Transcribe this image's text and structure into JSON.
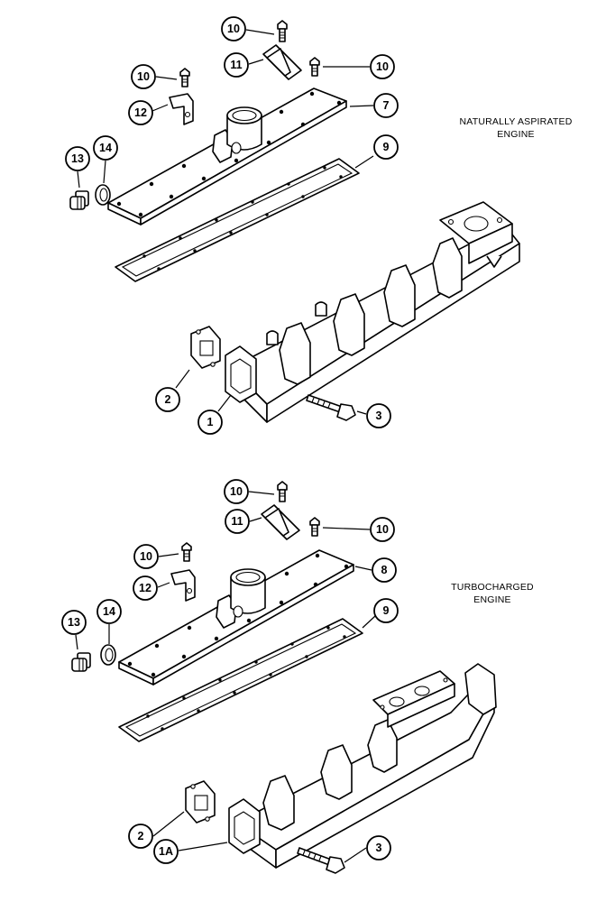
{
  "sections": [
    {
      "caption_line1": "NATURALLY ASPIRATED",
      "caption_line2": "ENGINE",
      "callouts": {
        "bolt_cover_top": "10",
        "bracket": "11",
        "bolt_bracket": "10",
        "bolt_clip": "10",
        "clip": "12",
        "cover": "7",
        "plug": "13",
        "washer": "14",
        "gasket": "9",
        "flange_gasket": "2",
        "manifold": "1",
        "manifold_bolt": "3"
      }
    },
    {
      "caption_line1": "TURBOCHARGED",
      "caption_line2": "ENGINE",
      "callouts": {
        "bolt_cover_top": "10",
        "bracket": "11",
        "bolt_bracket": "10",
        "bolt_clip": "10",
        "clip": "12",
        "cover": "8",
        "plug": "13",
        "washer": "14",
        "gasket": "9",
        "flange_gasket": "2",
        "manifold": "1A",
        "manifold_bolt": "3"
      }
    }
  ]
}
